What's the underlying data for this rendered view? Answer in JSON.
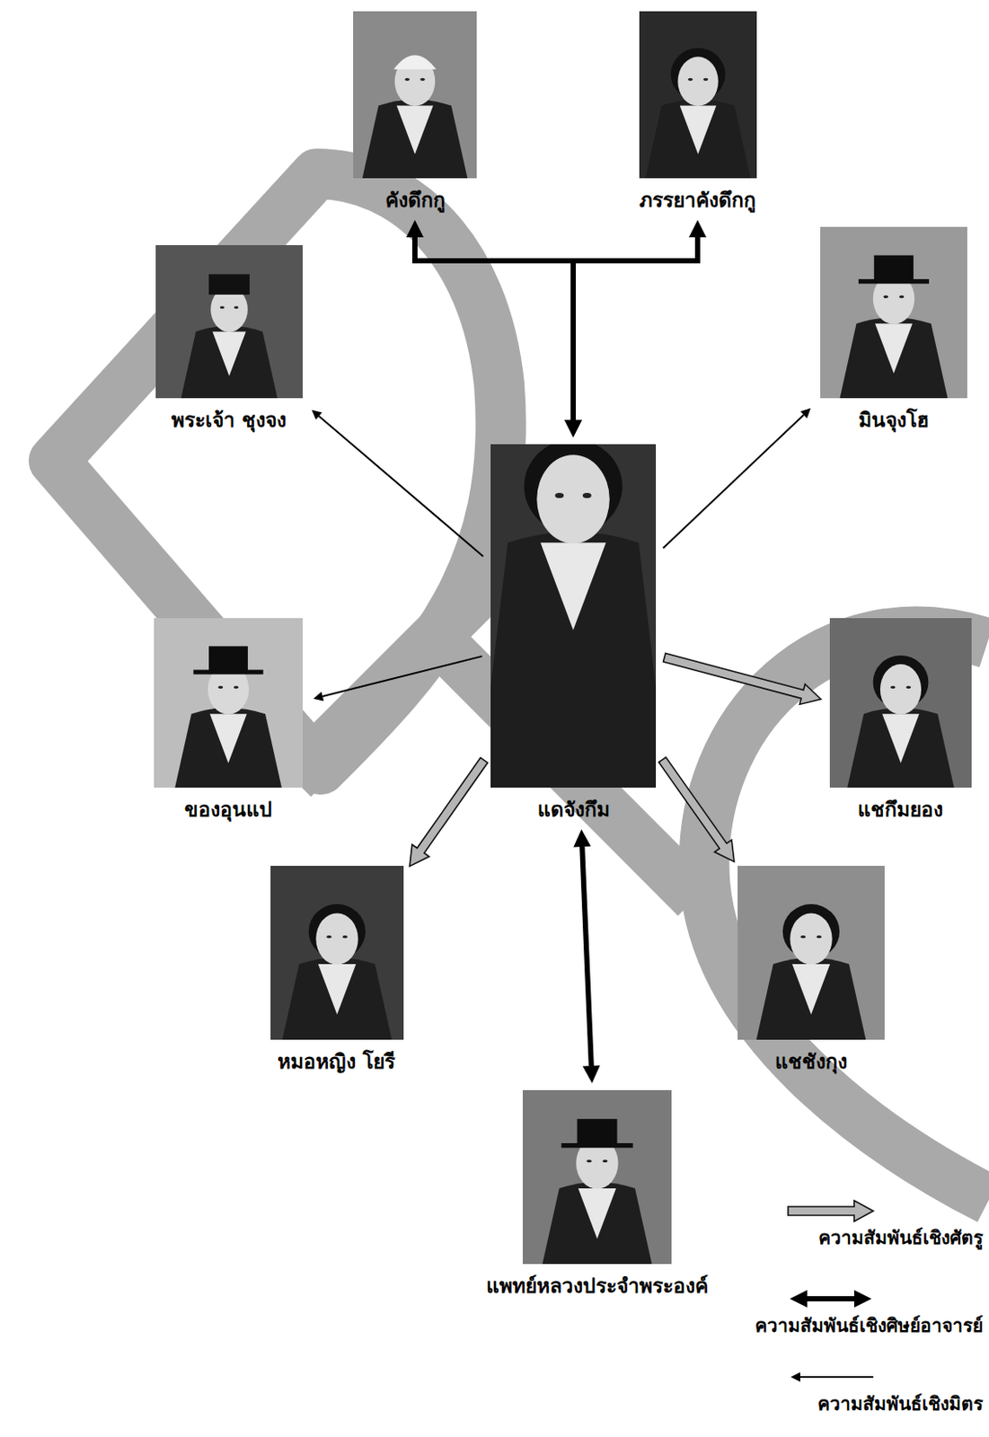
{
  "diagram": {
    "nodes": [
      {
        "text": [
          "คังดึกกู"
        ]
      },
      {
        "text": [
          "ภรรยาคังดึกกู"
        ]
      },
      {
        "text": [
          "พระเจ้า ชุงจง"
        ]
      },
      {
        "text": [
          "มินจุงโฮ"
        ]
      },
      {
        "text": [
          "แดจังกึม"
        ]
      },
      {
        "text": [
          "ของอุนแป"
        ]
      },
      {
        "text": [
          "แชกึมยอง"
        ]
      },
      {
        "text": [
          "หมอหญิง โยรี"
        ]
      },
      {
        "text": [
          "แชชังกุง"
        ]
      },
      {
        "text": [
          "แพทย์หลวงประจำพระองค์"
        ]
      }
    ],
    "edges": [
      {
        "from": 4,
        "to": 0,
        "arrow": "both"
      },
      {
        "from": 4,
        "to": 1,
        "arrow": "both"
      },
      {
        "from": 4,
        "to": 2,
        "arrow": "to"
      },
      {
        "from": 4,
        "to": 3,
        "arrow": "to"
      },
      {
        "from": 4,
        "to": 5,
        "arrow": "to"
      },
      {
        "from": 4,
        "to": 6,
        "arrow": "to"
      },
      {
        "from": 4,
        "to": 7,
        "arrow": "to"
      },
      {
        "from": 4,
        "to": 8,
        "arrow": "to"
      },
      {
        "from": 4,
        "to": 9,
        "arrow": "both"
      }
    ],
    "legend": [
      {
        "text": "ความสัมพันธ์เชิงศัตรู"
      },
      {
        "text": "ความสัมพันธ์เชิงศิษย์อาจารย์"
      },
      {
        "text": "ความสัมพันธ์เชิงมิตร"
      }
    ]
  }
}
